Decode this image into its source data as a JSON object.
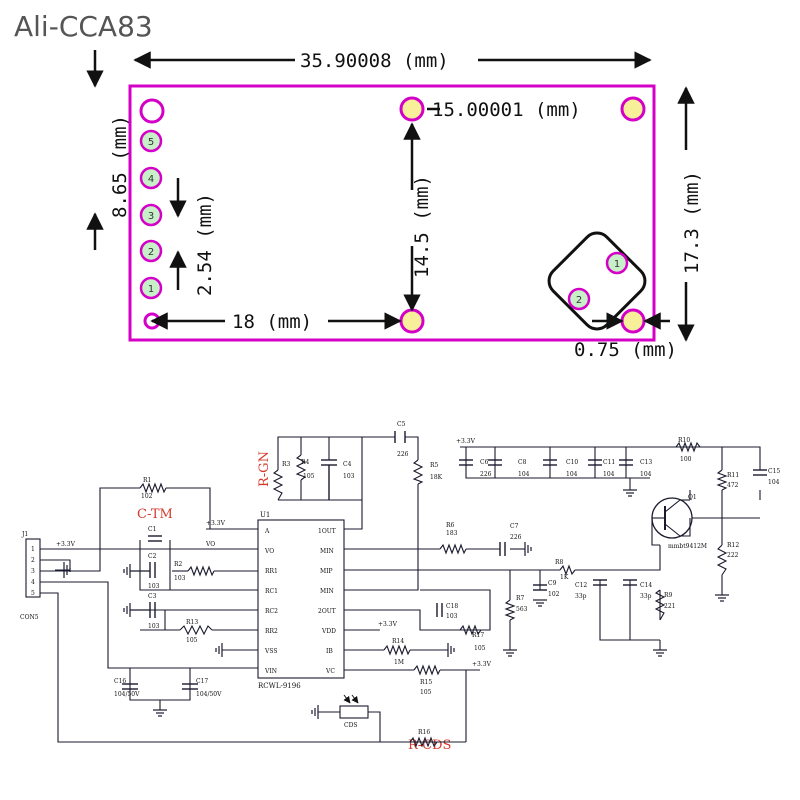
{
  "watermark": "Ali-CCA83",
  "colors": {
    "board": "#d400c8",
    "pad": "#f7ef9a",
    "pin": "#c8f0c8",
    "label_red": "#d23a2a"
  },
  "dims": {
    "width": "35.90008 (mm)",
    "holes": "15.00001 (mm)",
    "edge_top": "8.65 (mm)",
    "pitch": "2.54 (mm)",
    "vert_hole": "14.5 (mm)",
    "height": "17.3 (mm)",
    "horiz_hole": "18 (mm)",
    "edge_right": "0.75 (mm)"
  },
  "pins": [
    "5",
    "4",
    "3",
    "2",
    "1"
  ],
  "sensor_pins": [
    "1",
    "2"
  ],
  "schematic": {
    "labels": {
      "rgn": "R-GN",
      "ctm": "C-TM",
      "rcds": "R-CDS"
    },
    "ic": {
      "ref": "U1",
      "name": "RCWL-9196",
      "left_pins": [
        "A",
        "VO",
        "RR1",
        "RC1",
        "RC2",
        "RR2",
        "VSS",
        "VIN"
      ],
      "right_pins": [
        "1OUT",
        "MIN",
        "MIP",
        "MIN",
        "2OUT",
        "VDD",
        "IB",
        "VC"
      ]
    },
    "connector": {
      "ref": "J1",
      "name": "CON5",
      "pins": [
        "1",
        "2",
        "3",
        "4",
        "5"
      ]
    },
    "power": "+3.3V",
    "vo": "VO",
    "parts": [
      {
        "ref": "R1",
        "val": "102"
      },
      {
        "ref": "R2",
        "val": "103"
      },
      {
        "ref": "R3",
        "val": ""
      },
      {
        "ref": "R4",
        "val": "105"
      },
      {
        "ref": "C4",
        "val": "103"
      },
      {
        "ref": "C5",
        "val": "226"
      },
      {
        "ref": "R5",
        "val": "18K"
      },
      {
        "ref": "C1",
        "val": ""
      },
      {
        "ref": "C2",
        "val": "103"
      },
      {
        "ref": "C3",
        "val": "103"
      },
      {
        "ref": "R13",
        "val": "105"
      },
      {
        "ref": "R6",
        "val": "183"
      },
      {
        "ref": "C7",
        "val": "226"
      },
      {
        "ref": "R7",
        "val": "563"
      },
      {
        "ref": "R8",
        "val": "1K"
      },
      {
        "ref": "C9",
        "val": "102"
      },
      {
        "ref": "C12",
        "val": "33p"
      },
      {
        "ref": "C14",
        "val": "33p"
      },
      {
        "ref": "R9",
        "val": "221"
      },
      {
        "ref": "C18",
        "val": "103"
      },
      {
        "ref": "R17",
        "val": "105"
      },
      {
        "ref": "R14",
        "val": "1M"
      },
      {
        "ref": "R15",
        "val": "105"
      },
      {
        "ref": "R16",
        "val": ""
      },
      {
        "ref": "C16",
        "val": "104/50V"
      },
      {
        "ref": "C17",
        "val": "104/50V"
      },
      {
        "ref": "C6",
        "val": "226"
      },
      {
        "ref": "C8",
        "val": "104"
      },
      {
        "ref": "C10",
        "val": "104"
      },
      {
        "ref": "C11",
        "val": "104"
      },
      {
        "ref": "C13",
        "val": "104"
      },
      {
        "ref": "R10",
        "val": "100"
      },
      {
        "ref": "R11",
        "val": "472"
      },
      {
        "ref": "R12",
        "val": "222"
      },
      {
        "ref": "C15",
        "val": "104"
      },
      {
        "ref": "Q1",
        "val": "mmbt9412M"
      },
      {
        "ref": "CDS",
        "val": ""
      }
    ]
  }
}
